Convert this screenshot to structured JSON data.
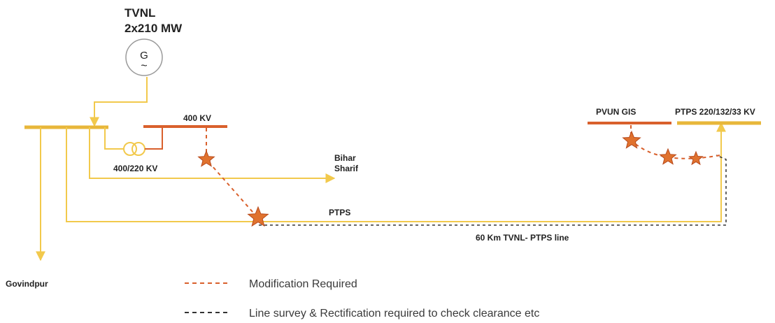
{
  "generator": {
    "name_line1": "TVNL",
    "name_line2": "2x210 MW",
    "symbol": "G",
    "wave": "~"
  },
  "buses": {
    "left_400kv": "400 KV",
    "pvun": "PVUN GIS",
    "ptps_bus": "PTPS 220/132/33 KV"
  },
  "labels": {
    "transformer": "400/220 KV",
    "bihar_line1": "Bihar",
    "bihar_line2": "Sharif",
    "ptps": "PTPS",
    "line_length": "60 Km TVNL- PTPS line",
    "govindpur": "Govindpur"
  },
  "legend": {
    "modification": "Modification Required",
    "survey": "Line survey & Rectification required to check clearance etc"
  },
  "colors": {
    "yellow": "#f2c94c",
    "bus_yellow": "#e8b73a",
    "red": "#d9602c",
    "star_fill": "#e0722e",
    "star_stroke": "#b84a1c",
    "black_dash": "#333333"
  }
}
